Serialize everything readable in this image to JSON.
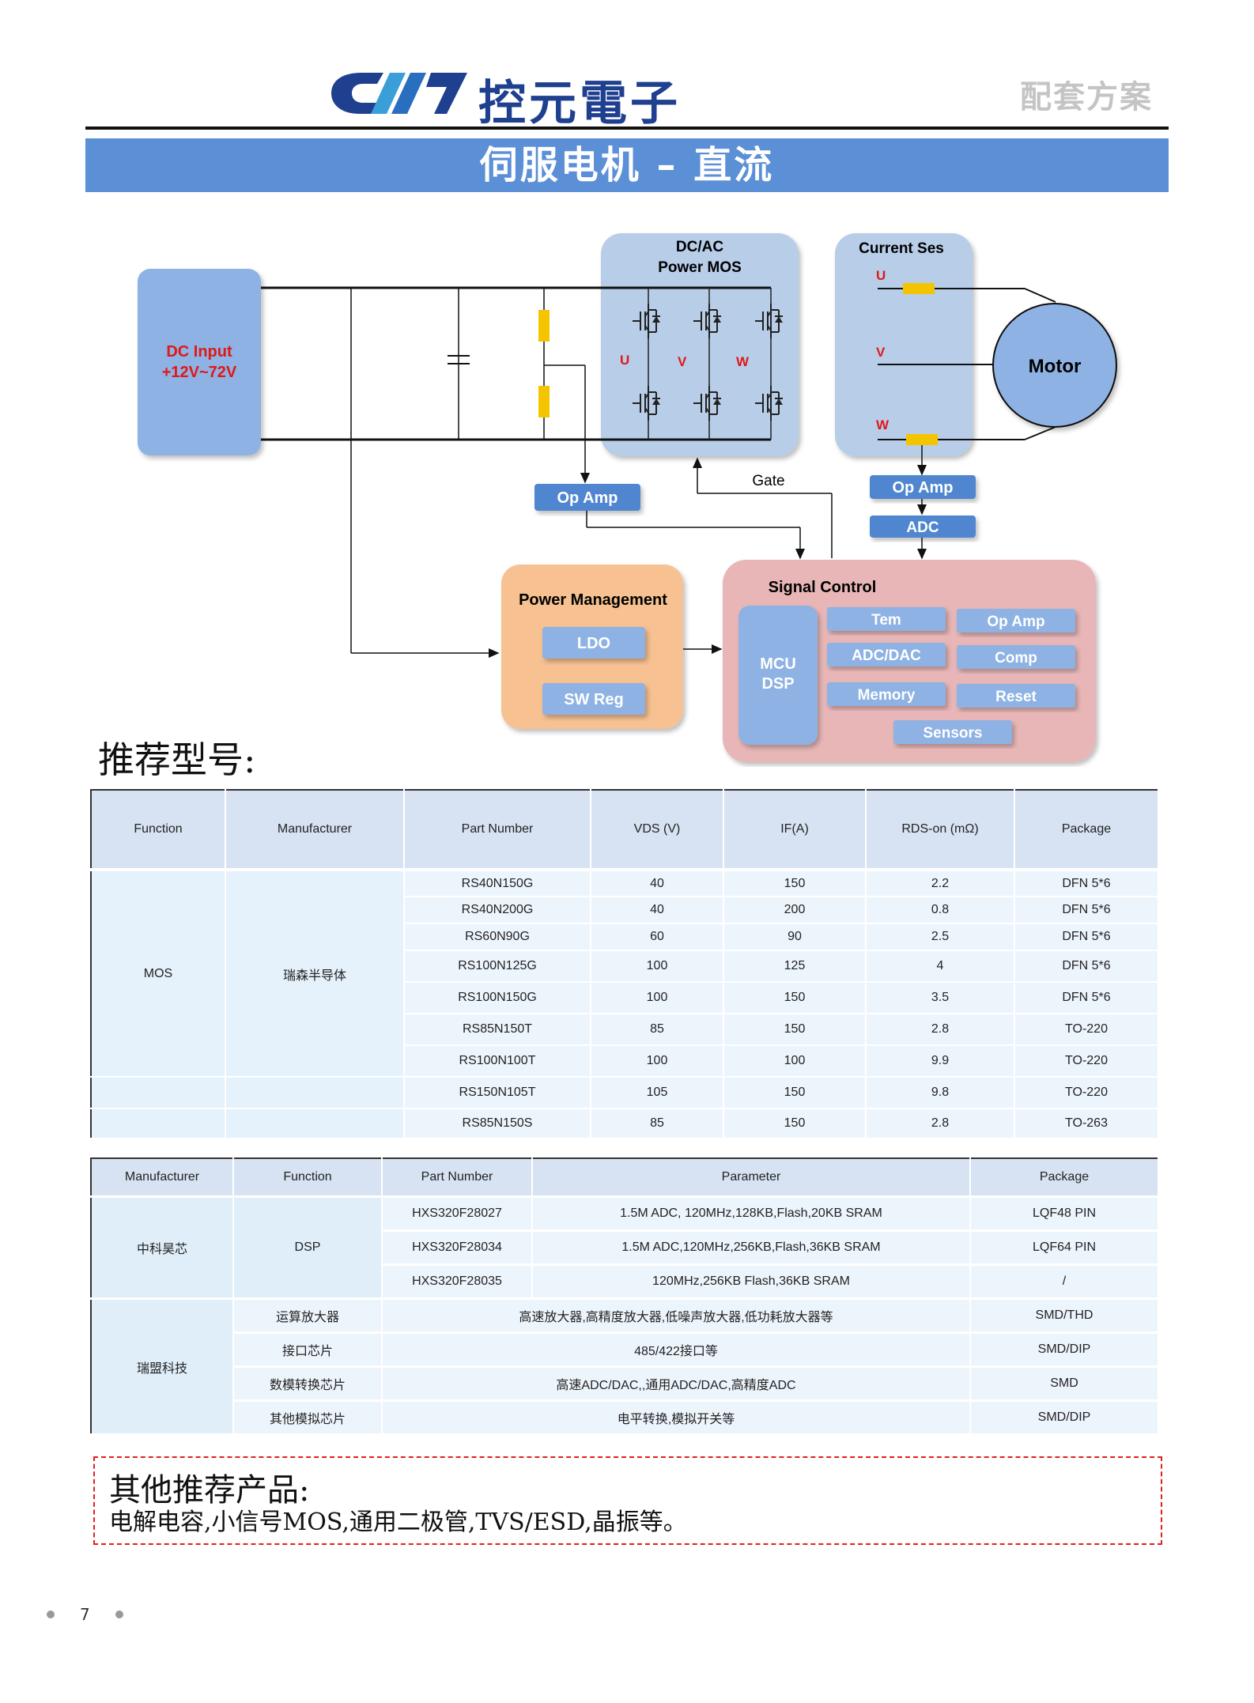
{
  "header": {
    "brand": "控元電子",
    "tagline": "配套方案",
    "title": "伺服电机 – 直流"
  },
  "diagram": {
    "dc_input": [
      "DC Input",
      "+12V~72V"
    ],
    "dcac": [
      "DC/AC",
      "Power MOS"
    ],
    "phase_u": "U",
    "phase_v": "V",
    "phase_w": "W",
    "current_sense": "Current Ses",
    "motor": "Motor",
    "op_amp_left": "Op Amp",
    "op_amp_right": "Op Amp",
    "adc": "ADC",
    "gate": "Gate",
    "power_management": "Power Management",
    "ldo": "LDO",
    "sw_reg": "SW Reg",
    "signal_control": "Signal Control",
    "mcu": [
      "MCU",
      "DSP"
    ],
    "tem": "Tem",
    "op_amp_sc": "Op Amp",
    "adc_dac": "ADC/DAC",
    "comp": "Comp",
    "memory": "Memory",
    "reset": "Reset",
    "sensors": "Sensors"
  },
  "recommend_heading": "推荐型号:",
  "table1": {
    "headers": [
      "Function",
      "Manufacturer",
      "Part  Number",
      "VDS (V)",
      "IF(A)",
      "RDS-on (mΩ)",
      "Package"
    ],
    "function": "MOS",
    "manufacturer": "瑞森半导体",
    "rows": [
      [
        "RS40N150G",
        "40",
        "150",
        "2.2",
        "DFN 5*6"
      ],
      [
        "RS40N200G",
        "40",
        "200",
        "0.8",
        "DFN 5*6"
      ],
      [
        "RS60N90G",
        "60",
        "90",
        "2.5",
        "DFN 5*6"
      ],
      [
        "RS100N125G",
        "100",
        "125",
        "4",
        "DFN 5*6"
      ],
      [
        "RS100N150G",
        "100",
        "150",
        "3.5",
        "DFN 5*6"
      ],
      [
        "RS85N150T",
        "85",
        "150",
        "2.8",
        "TO-220"
      ],
      [
        "RS100N100T",
        "100",
        "100",
        "9.9",
        "TO-220"
      ],
      [
        "RS150N105T",
        "105",
        "150",
        "9.8",
        "TO-220"
      ],
      [
        "RS85N150S",
        "85",
        "150",
        "2.8",
        "TO-263"
      ]
    ]
  },
  "table2": {
    "headers": [
      "Manufacturer",
      "Function",
      "Part Number",
      "Parameter",
      "Package"
    ],
    "group1": {
      "manufacturer": "中科昊芯",
      "function": "DSP",
      "rows": [
        [
          "HXS320F28027",
          "1.5M ADC, 120MHz,128KB,Flash,20KB SRAM",
          "LQF48 PIN"
        ],
        [
          "HXS320F28034",
          "1.5M ADC,120MHz,256KB,Flash,36KB SRAM",
          "LQF64 PIN"
        ],
        [
          "HXS320F28035",
          "120MHz,256KB Flash,36KB SRAM",
          "/"
        ]
      ]
    },
    "group2": {
      "manufacturer": "瑞盟科技",
      "rows": [
        [
          "运算放大器",
          "高速放大器,高精度放大器,低噪声放大器,低功耗放大器等",
          "SMD/THD"
        ],
        [
          "接口芯片",
          "485/422接口等",
          "SMD/DIP"
        ],
        [
          "数模转换芯片",
          "高速ADC/DAC,,通用ADC/DAC,高精度ADC",
          "SMD"
        ],
        [
          "其他模拟芯片",
          "电平转换,模拟开关等",
          "SMD/DIP"
        ]
      ]
    }
  },
  "other": {
    "title": "其他推荐产品:",
    "text": "电解电容,小信号MOS,通用二极管,TVS/ESD,晶振等。"
  },
  "footer": {
    "page": "7"
  }
}
